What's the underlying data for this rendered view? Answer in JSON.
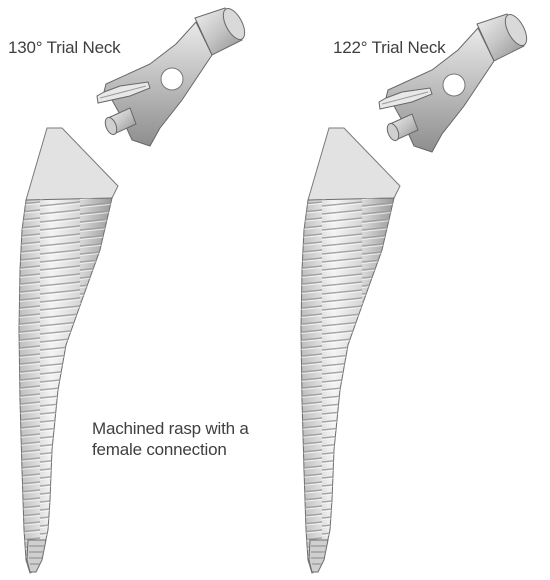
{
  "labels": {
    "trial_neck_130": "130° Trial Neck",
    "trial_neck_122": "122° Trial Neck",
    "rasp_line1": "Machined rasp with a",
    "rasp_line2": "female connection"
  },
  "colors": {
    "background": "#ffffff",
    "text": "#3f3f3f",
    "metal_light": "#f2f2f2",
    "metal_mid": "#c7c7c7",
    "metal_dark": "#8a8a8a",
    "outline": "#555555"
  },
  "icons": {
    "stem": "rasp-stem-illustration",
    "neck": "trial-neck-illustration"
  }
}
